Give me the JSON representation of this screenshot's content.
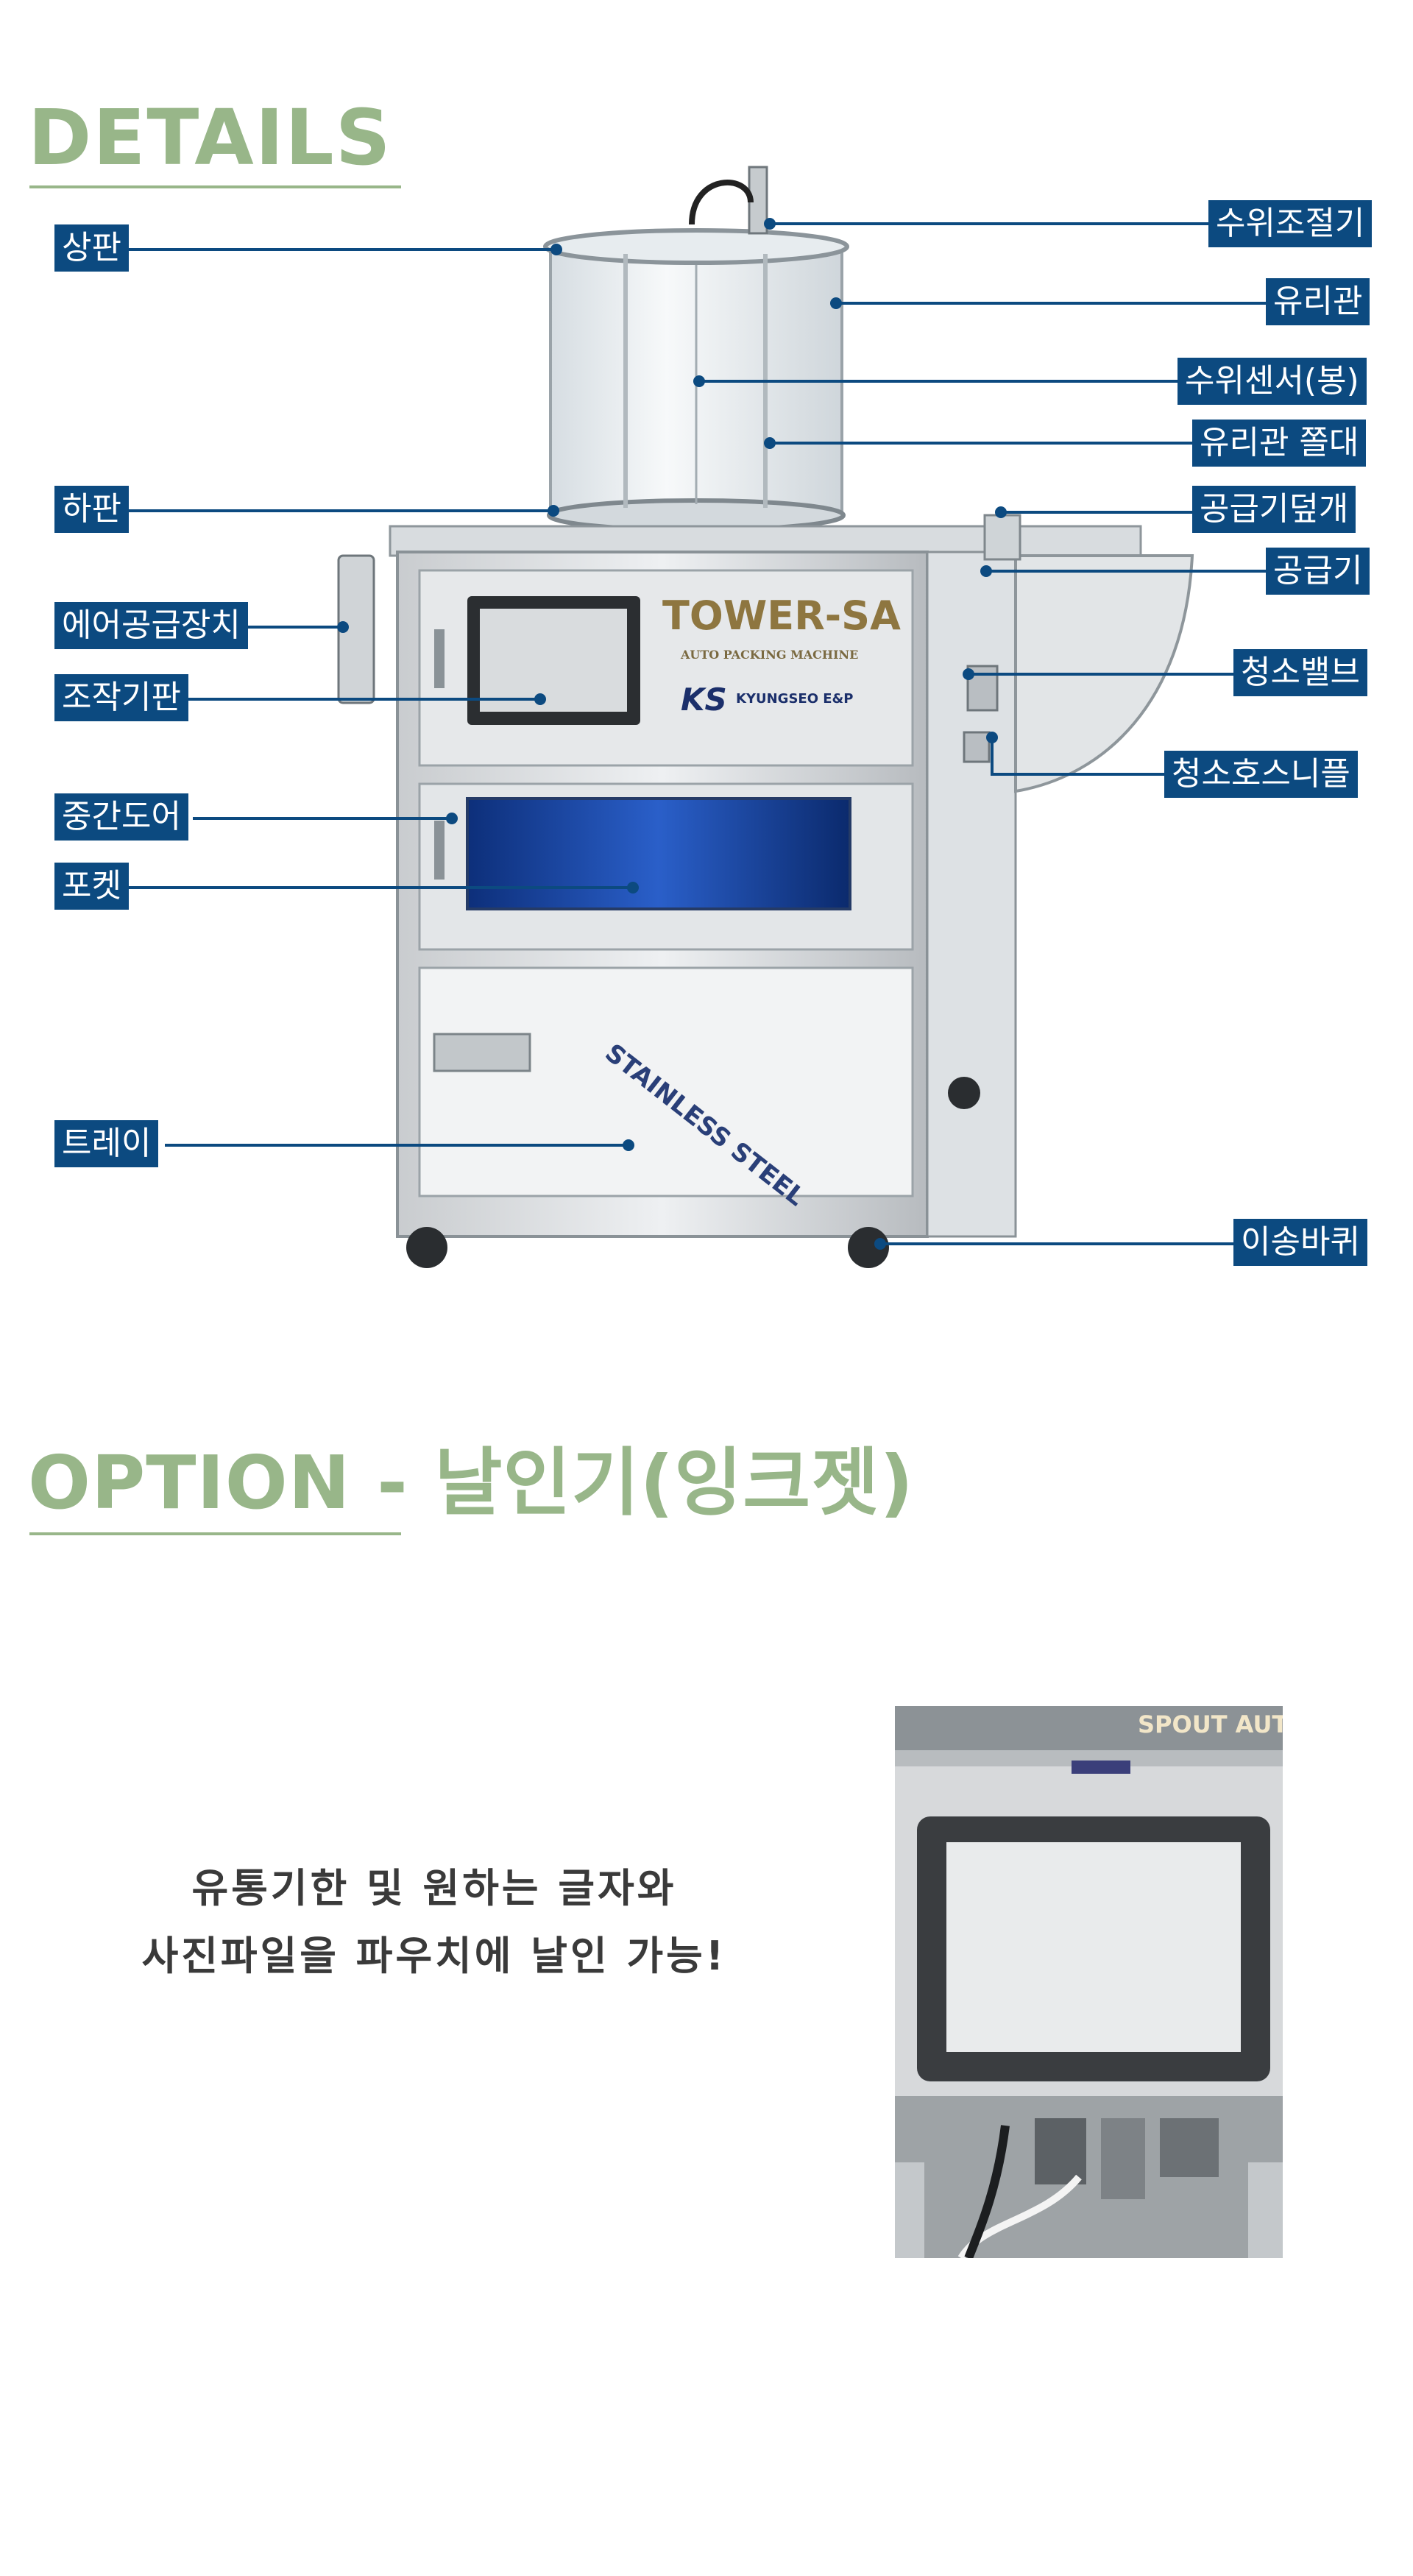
{
  "details": {
    "heading": "DETAILS",
    "machine": {
      "brand": "TOWER-SA",
      "subtitle": "AUTO PACKING MACHINE",
      "maker": "KYUNGSEO E&P",
      "logo": "KS",
      "side_text": "STAINLESS STEEL"
    },
    "labels": {
      "top_plate": "상판",
      "bottom_plate": "하판",
      "air_supply": "에어공급장치",
      "control_panel": "조작기판",
      "middle_door": "중간도어",
      "pocket": "포켓",
      "tray": "트레이",
      "level_controller": "수위조절기",
      "glass_tube": "유리관",
      "level_sensor": "수위센서(봉)",
      "glass_rod": "유리관 쫄대",
      "feeder_cover": "공급기덮개",
      "feeder": "공급기",
      "cleaning_valve": "청소밸브",
      "cleaning_nipple": "청소호스니플",
      "caster": "이송바퀴"
    }
  },
  "option": {
    "heading": "OPTION - 날인기(잉크젯)",
    "caption_line1": "유통기한 및 원하는 글자와",
    "caption_line2": "사진파일을 파우치에 날인 가능!",
    "photo_text": "SPOUT AUTO"
  }
}
